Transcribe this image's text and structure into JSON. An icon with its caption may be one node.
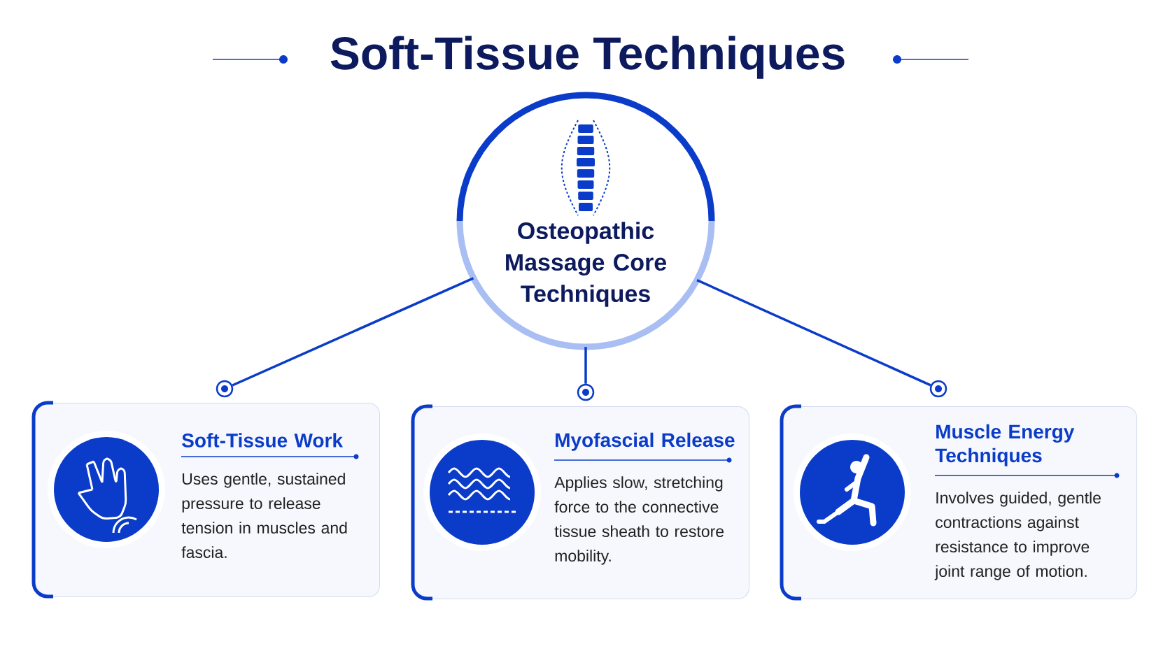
{
  "diagram": {
    "title": "Soft-Tissue Techniques",
    "nodes": [
      {
        "text": [
          "Osteopathic Massage Core Techniques"
        ]
      },
      {
        "text": [
          "Soft-Tissue Work",
          "Uses gentle, sustained pressure to release tension in muscles and fascia."
        ]
      },
      {
        "text": [
          "Myofascial Release",
          "Applies slow, stretching force to the connective tissue sheath to restore mobility."
        ]
      },
      {
        "text": [
          "Muscle Energy Techniques",
          "Involves guided, gentle contractions against resistance to improve joint range of motion."
        ]
      },
      {
        "text": [],
        "shape": "circle"
      },
      {
        "text": [],
        "shape": "circle"
      },
      {
        "text": [],
        "shape": "circle"
      }
    ],
    "edges": [
      {
        "from": 0,
        "to": 4,
        "arrow": "none"
      },
      {
        "from": 0,
        "to": 5,
        "arrow": "none"
      },
      {
        "from": 0,
        "to": 6,
        "arrow": "none"
      }
    ]
  }
}
